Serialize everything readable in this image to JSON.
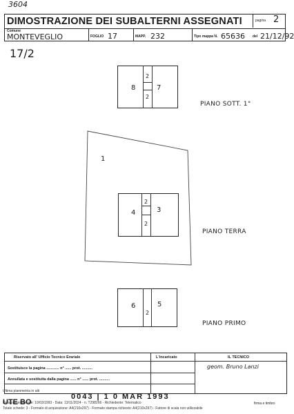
{
  "top_code": "3604",
  "header": {
    "title": "DIMOSTRAZIONE DEI SUBALTERNI ASSEGNATI",
    "page_label": "pagina",
    "page_value": "2",
    "comune_label": "Comune",
    "comune_value": "MONTEVEGLIO",
    "foglio_label": "FOGLIO",
    "foglio_value": "17",
    "mapp_label": "MAPP.",
    "mapp_value": "232",
    "tipo_label": "Tipo mappa N.",
    "tipo_value": "65636",
    "del_label": "del",
    "del_value": "21/12/92"
  },
  "sheet_id": "17/2",
  "plans": {
    "sotto": {
      "left": "8",
      "right": "7",
      "mid_top": "2",
      "mid_bottom": "2",
      "floor_label": "PIANO SOTT. 1°"
    },
    "terra": {
      "lot": "1",
      "left": "4",
      "right": "3",
      "mid_top": "2",
      "mid_bottom": "2",
      "floor_label": "PIANO TERRA"
    },
    "primo": {
      "left": "6",
      "right": "5",
      "mid": "2",
      "floor_label": "PIANO PRIMO"
    }
  },
  "footer": {
    "riservato": "Riservato all' Ufficio Tecnico Erariale",
    "incaricato": "L'incaricato",
    "tecnico": "IL TECNICO",
    "sostituisce": "Sostituisce la pagina ............ n° ...... prot. ..........",
    "annullata": "Annullata e sostituita dalla pagina ...... n° ...... prot. ..........",
    "ultima": "Ultima planimetria in atti",
    "data_line": "Data presentazione: 10/03/1993 - Data: 13/11/2024 - n. T298266 - Richiedente: Telematico",
    "schede_line": "Totale schede: 3 - Formato di acquisizione: A4(210x297) - Formato stampa richiesto: A4(210x297) - Fattore di scala non utilizzabile",
    "ute": "UTE BO",
    "stamp": "0043 | 1 0 MAR 1993",
    "signature": "geom. Bruno Lanzi",
    "firma": "firma e timbro"
  }
}
